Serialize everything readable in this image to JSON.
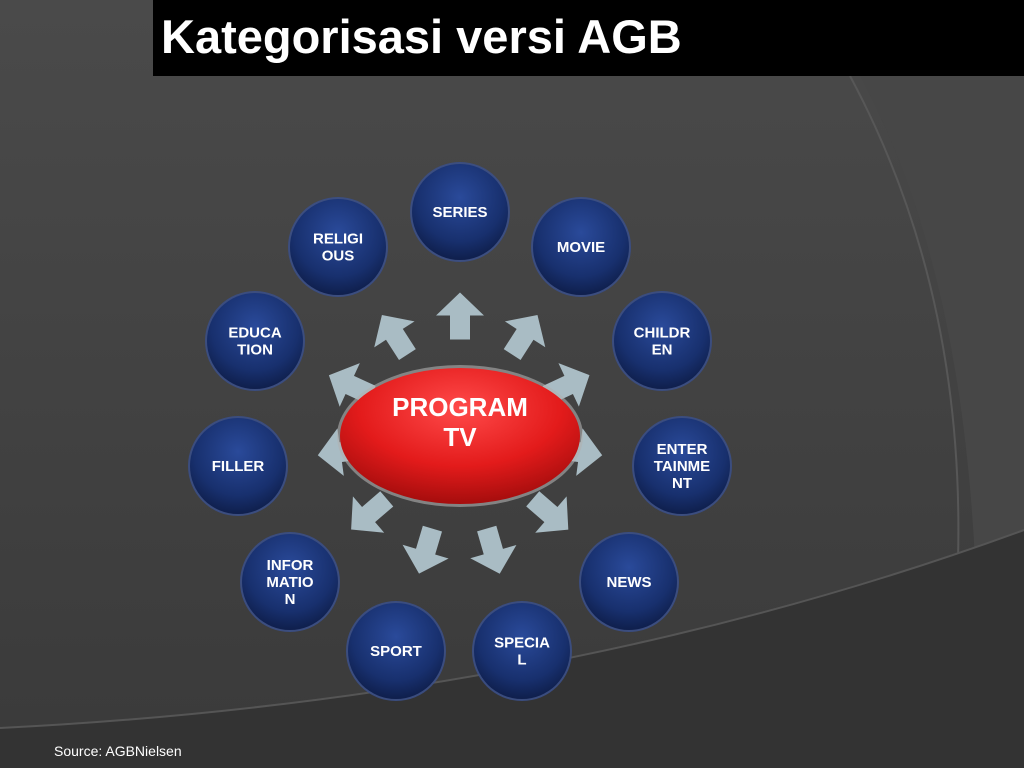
{
  "slide": {
    "title": "Kategorisasi versi AGB",
    "source": "Source: AGBNielsen"
  },
  "diagram": {
    "center": {
      "lines": [
        "PROGRAM",
        "TV"
      ],
      "color": "#e31b1b"
    },
    "node_color": "#1b2f6e",
    "arrow_color": "#a9bcc4",
    "nodes": [
      {
        "id": "series",
        "lines": [
          "SERIES"
        ]
      },
      {
        "id": "movie",
        "lines": [
          "MOVIE"
        ]
      },
      {
        "id": "children",
        "lines": [
          "CHILDR",
          "EN"
        ]
      },
      {
        "id": "entertainment",
        "lines": [
          "ENTER",
          "TAINME",
          "NT"
        ]
      },
      {
        "id": "news",
        "lines": [
          "NEWS"
        ]
      },
      {
        "id": "special",
        "lines": [
          "SPECIA",
          "L"
        ]
      },
      {
        "id": "sport",
        "lines": [
          "SPORT"
        ]
      },
      {
        "id": "information",
        "lines": [
          "INFOR",
          "MATIO",
          "N"
        ]
      },
      {
        "id": "filler",
        "lines": [
          "FILLER"
        ]
      },
      {
        "id": "education",
        "lines": [
          "EDUCA",
          "TION"
        ]
      },
      {
        "id": "religious",
        "lines": [
          "RELIGI",
          "OUS"
        ]
      }
    ]
  }
}
